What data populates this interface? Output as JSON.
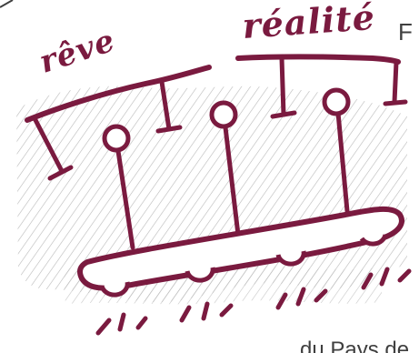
{
  "illustration": {
    "word_dream": "rêve",
    "word_reality": "réalité",
    "cropped_text_top": "F",
    "cropped_text_bottom": "du Pays de"
  },
  "colors": {
    "ink": "#7a1a3f",
    "hatching": "#b9b9b9",
    "background": "#ffffff",
    "text": "#3f3f3f"
  }
}
